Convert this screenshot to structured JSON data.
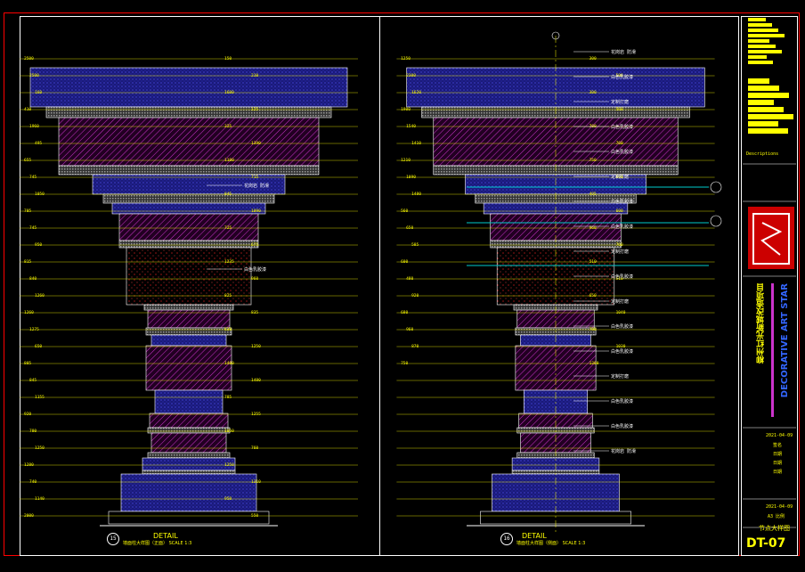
{
  "left_panel": {
    "top_width": "2500",
    "callouts": [
      "花岗岩 防滑",
      "白色乳胶漆"
    ],
    "detail_label": "DETAIL",
    "badge": "15",
    "caption": "墙面柱大样图（正面）   SCALE 1:3"
  },
  "right_panel": {
    "top_width": "1250",
    "callouts": [
      "花岗岩 防滑",
      "白色乳胶漆",
      "定制打磨",
      "白色乳胶漆",
      "白色乳胶漆",
      "定制打磨",
      "白色乳胶漆",
      "白色乳胶漆",
      "定制打磨",
      "白色乳胶漆",
      "定制打磨",
      "白色乳胶漆",
      "白色乳胶漆",
      "定制打磨",
      "白色乳胶漆",
      "白色乳胶漆",
      "花岗岩 防滑"
    ],
    "detail_label": "DETAIL",
    "badge": "16",
    "caption": "墙面柱大样图（侧面）   SCALE 1:3"
  },
  "dims_left": [
    "2500",
    "150",
    "2500",
    "210",
    "160",
    "1600",
    "410",
    "125",
    "1960",
    "325",
    "495",
    "1390",
    "655",
    "1180",
    "745",
    "715",
    "1050",
    "845",
    "705",
    "1090",
    "745",
    "725",
    "950",
    "675",
    "815",
    "1235",
    "840",
    "960",
    "1260",
    "825",
    "1260",
    "835",
    "1275",
    "630",
    "650",
    "1250",
    "805",
    "1480",
    "845",
    "1480",
    "1155",
    "785",
    "920",
    "1255",
    "780",
    "1050",
    "1250",
    "760",
    "1280",
    "1250",
    "740",
    "1310",
    "1140",
    "950",
    "2000",
    "550"
  ],
  "dims_right": [
    "1250",
    "300",
    "2300",
    "500",
    "1620",
    "300",
    "1900",
    "560",
    "1540",
    "700",
    "1410",
    "760",
    "1210",
    "750",
    "1090",
    "600",
    "1480",
    "495",
    "560",
    "600",
    "650",
    "960",
    "585",
    "760",
    "600",
    "510",
    "480",
    "510",
    "920",
    "650",
    "680",
    "1040",
    "960",
    "780",
    "870",
    "1030",
    "750",
    "1300"
  ],
  "title_block": {
    "descriptions": "Descriptions",
    "company_vertical": "DECORATIVE ART STAR",
    "project_vertical": "柳州红光新城改造项目",
    "date_1": "2021-04-09",
    "rows": [
      "签名",
      "日期",
      "日期",
      "日期"
    ],
    "date_2": "2021-04-09",
    "scale_row": "A3 比例",
    "drawing_name": "节点大样图",
    "drawing_no": "DT-07"
  },
  "colors": {
    "frame": "#ff0000",
    "line": "#ffffff",
    "dim": "#ffff00",
    "blue_fill": "#3333cc",
    "magenta": "#cc33cc",
    "cyan": "#00cccc",
    "red_dots": "#ff2222"
  }
}
